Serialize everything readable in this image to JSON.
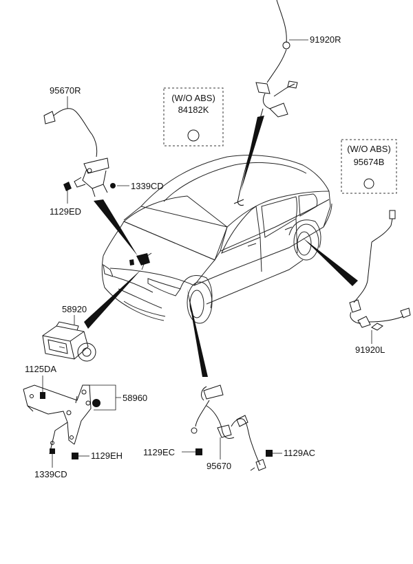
{
  "parts": {
    "p91920R": "91920R",
    "p95670R": "95670R",
    "p1339CD_top": "1339CD",
    "p1129ED": "1129ED",
    "p58920": "58920",
    "p1125DA": "1125DA",
    "p58960": "58960",
    "p1129EH": "1129EH",
    "p1339CD_bottom": "1339CD",
    "p1129EC": "1129EC",
    "p95670": "95670",
    "p1129AC": "1129AC",
    "p91920L": "91920L"
  },
  "boxes": {
    "woabs1_title": "(W/O ABS)",
    "woabs1_part": "84182K",
    "woabs2_title": "(W/O ABS)",
    "woabs2_part": "95674B"
  }
}
